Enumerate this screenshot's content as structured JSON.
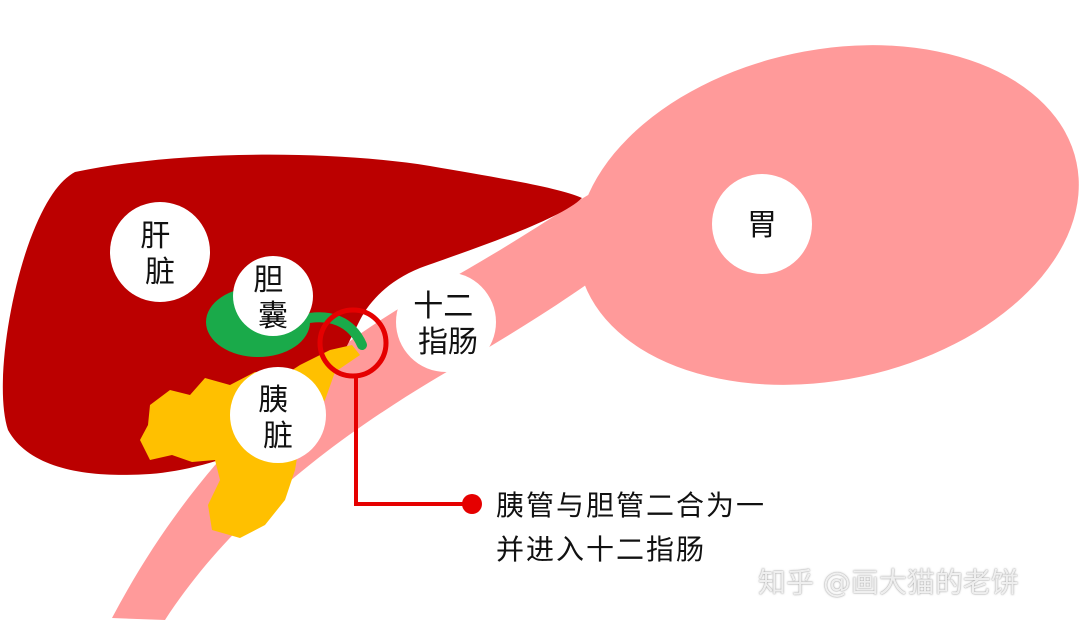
{
  "colors": {
    "liver": "#bb0000",
    "intestine_stomach": "#ff9a9a",
    "gallbladder": "#1aaa4a",
    "pancreas": "#ffc000",
    "highlight": "#e50000",
    "label_bg": "#ffffff"
  },
  "labels": {
    "liver": [
      "肝",
      "脏"
    ],
    "gallbladder": [
      "胆",
      "囊"
    ],
    "duodenum": [
      "十二",
      "指肠"
    ],
    "pancreas": [
      "胰",
      "脏"
    ],
    "stomach": [
      "胃"
    ]
  },
  "callout": {
    "line1": "胰管与胆管二合为一",
    "line2": "并进入十二指肠"
  },
  "watermark": "知乎 @画大猫的老饼"
}
